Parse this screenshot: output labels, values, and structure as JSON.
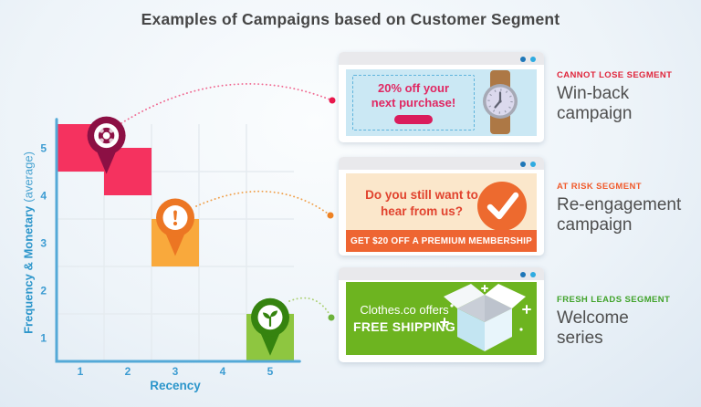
{
  "title": "Examples of Campaigns based on Customer Segment",
  "chart": {
    "x_label": "Recency",
    "y_label_bold": "Frequency & Monetary",
    "y_label_normal": "(average)",
    "axis_color": "#54A9D7",
    "tick_color": "#3D9CD2"
  },
  "chart_data": {
    "type": "heatmap",
    "xlabel": "Recency",
    "ylabel": "Frequency & Monetary (average)",
    "xlim": [
      0.5,
      5.5
    ],
    "ylim": [
      0.5,
      5.5
    ],
    "x_ticks": [
      "1",
      "2",
      "3",
      "4",
      "5"
    ],
    "y_ticks": [
      "1",
      "2",
      "3",
      "4",
      "5"
    ],
    "grid": true,
    "cells": [
      {
        "x": 1,
        "y": 5,
        "segment": "cannot-lose",
        "color": "#F5325F"
      },
      {
        "x": 2,
        "y": 4.5,
        "segment": "cannot-lose",
        "color": "#F5325F"
      },
      {
        "x": 3,
        "y": 3,
        "segment": "at-risk",
        "color": "#F9A93C"
      },
      {
        "x": 5,
        "y": 1,
        "segment": "fresh-leads",
        "color": "#8EC640"
      }
    ],
    "pins": [
      {
        "name": "cannot-lose-pin",
        "icon": "life-ring-icon",
        "color": "#8C1044",
        "tip_x": 1.55,
        "tip_y": 4.45
      },
      {
        "name": "at-risk-pin",
        "icon": "exclamation-icon",
        "color": "#EC7623",
        "tip_x": 3.0,
        "tip_y": 2.72
      },
      {
        "name": "fresh-leads-pin",
        "icon": "seedling-icon",
        "color": "#35830F",
        "tip_x": 5.0,
        "tip_y": 0.62
      }
    ]
  },
  "window": {
    "dot_dark": "#1F77B8",
    "dot_light": "#2FABE1"
  },
  "cards": [
    {
      "segment_label": "CANNOT LOSE SEGMENT",
      "segment_color": "#E0263C",
      "campaign_name": "Win-back\ncampaign",
      "connector_color": "#F06A92",
      "dot_color": "#E8174B",
      "ad": {
        "bg": "#CBE8F4",
        "text_color": "#E02762",
        "line1": "20% off your",
        "line2": "next purchase!",
        "button_color": "#DA1C5C",
        "icon": "watch-icon"
      }
    },
    {
      "segment_label": "AT RISK SEGMENT",
      "segment_color": "#F05A2B",
      "campaign_name": "Re-engagement\ncampaign",
      "connector_color": "#F0A04B",
      "dot_color": "#EE8224",
      "ad": {
        "bg": "#FBE7CB",
        "text_color": "#E1432E",
        "line1": "Do you still want to",
        "line2": "hear from us?",
        "banner": "GET $20 OFF A PREMIUM MEMBERSHIP",
        "banner_bg": "#EE6532",
        "icon": "checkmark-icon"
      }
    },
    {
      "segment_label": "FRESH LEADS SEGMENT",
      "segment_color": "#41A32B",
      "campaign_name": "Welcome\nseries",
      "connector_color": "#AACF6E",
      "dot_color": "#6CB23A",
      "ad": {
        "bg": "#6DB420",
        "text_color": "#FFFFFF",
        "line1": "Clothes.co offers",
        "line2": "FREE SHIPPING",
        "icon": "open-box-icon"
      }
    }
  ]
}
